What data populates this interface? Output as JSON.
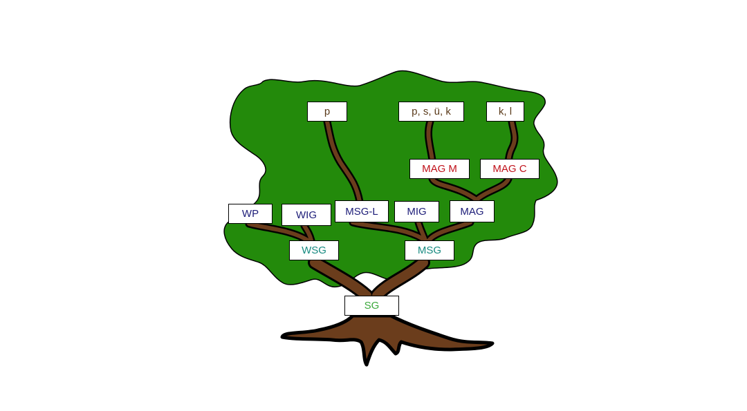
{
  "colors": {
    "canopy": "#238a0b",
    "trunk": "#6b3d1c",
    "outline": "#000000",
    "level_top": "#5a3a1a",
    "level_mag": "#c0111a",
    "level_mid": "#1c1c78",
    "level_sg2": "#168a80",
    "level_root": "#3aa83a"
  },
  "nodes": {
    "p": "p",
    "psuk": "p, s, ü, k",
    "kl": "k, l",
    "mag_m": "MAG M",
    "mag_c": "MAG C",
    "wp": "WP",
    "wig": "WIG",
    "msg_l": "MSG-L",
    "mig": "MIG",
    "mag": "MAG",
    "wsg": "WSG",
    "msg": "MSG",
    "sg": "SG"
  }
}
